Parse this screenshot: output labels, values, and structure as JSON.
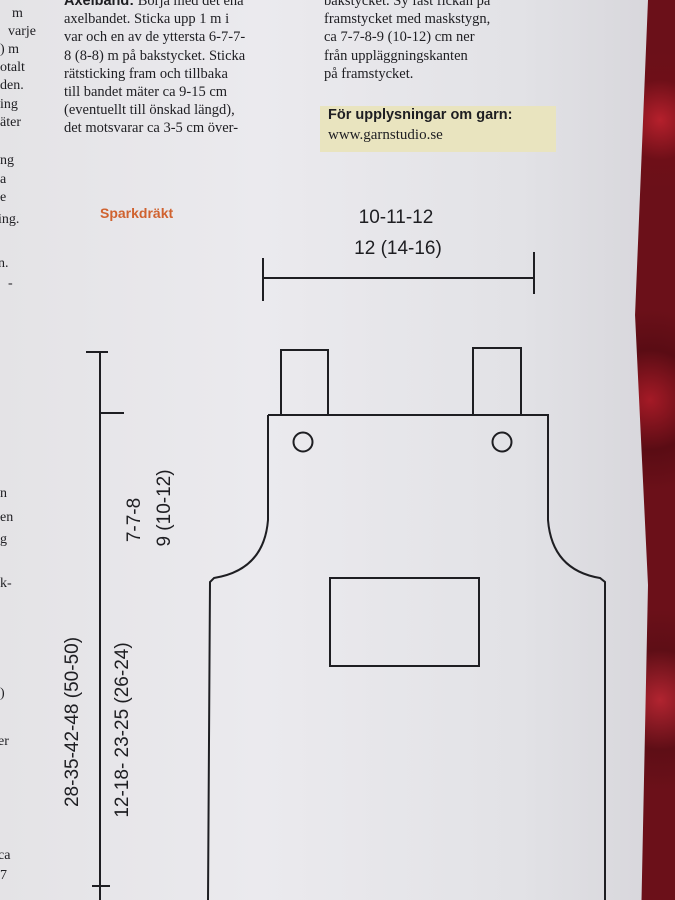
{
  "left_fragments": [
    "m",
    "varje",
    ") m",
    "otalt",
    "den.",
    "ing",
    "äter",
    "ng",
    "a",
    "e",
    "ing.",
    "n.",
    "-",
    "n",
    "en",
    "g",
    "k-",
    ")",
    "er",
    "ca",
    "7"
  ],
  "axelband": {
    "heading": "Axelband:",
    "lines": [
      " Börja med det ena",
      "axelbandet. Sticka upp 1 m i",
      "var och en av de yttersta 6-7-7-",
      "8 (8-8) m på bakstycket. Sticka",
      "rätsticking fram och tillbaka",
      "till bandet mäter ca 9-15 cm",
      "(eventuellt till önskad längd),",
      "det motsvarar ca 3-5 cm över-"
    ]
  },
  "right_text": {
    "lines": [
      "bakstycket. Sy fast fickan på",
      "framstycket med maskstygn,",
      "ca 7-7-8-9 (10-12) cm ner",
      "från uppläggningskanten",
      "på framstycket."
    ]
  },
  "yarn_info": {
    "title": "För upplysningar om garn:",
    "url": "www.garnstudio.se"
  },
  "diagram": {
    "title": "Sparkdräkt",
    "width_label_line1": "10-11-12",
    "width_label_line2": "12 (14-16)",
    "bib_height_line1": "7-7-8",
    "bib_height_line2": "9 (10-12)",
    "total_height_line1": "28-35-42-48 (50-50)",
    "total_height_line2": "12-18- 23-25 (26-24)"
  }
}
